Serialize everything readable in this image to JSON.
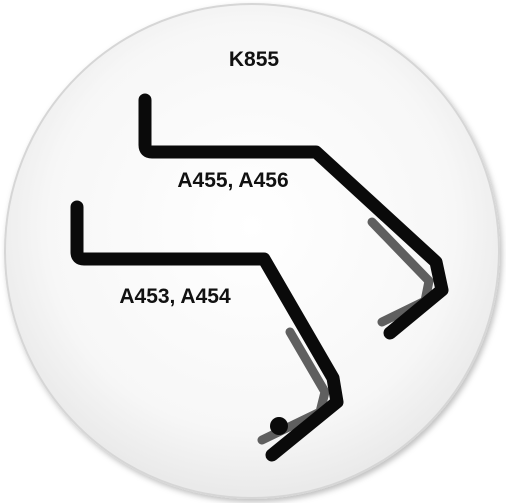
{
  "diagram": {
    "code": "K855",
    "upper_part_label": "A455, A456",
    "lower_part_label": "A453, A454"
  },
  "colors": {
    "background": "#ffffff",
    "disc_fill": "#f2f2f2",
    "disc_edge": "#dcdcdc",
    "outer_line": "#0a0a0a",
    "inner_line": "#5f5f5f",
    "text": "#111111"
  }
}
